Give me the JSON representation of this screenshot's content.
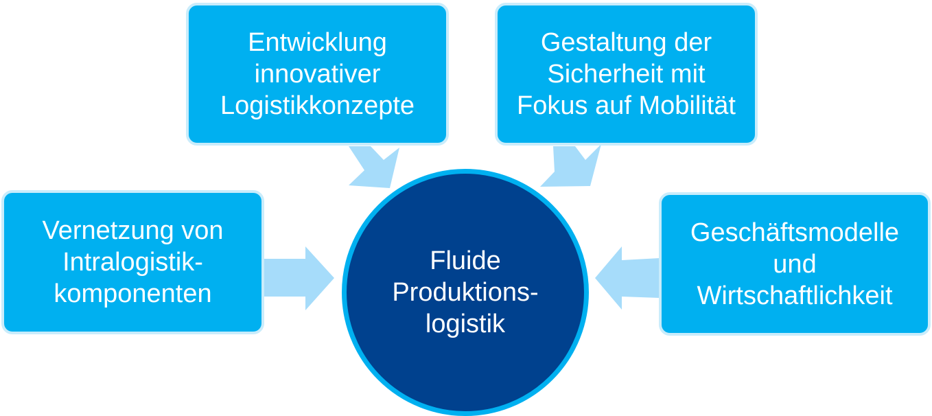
{
  "center": {
    "label": "Fluide\nProduktions-\nlogistik"
  },
  "boxes": [
    {
      "label": "Entwicklung\ninnovativer\nLogistikkonzepte"
    },
    {
      "label": "Gestaltung der\nSicherheit mit\nFokus auf Mobilität"
    },
    {
      "label": "Vernetzung von\nIntralogistik-\nkomponenten"
    },
    {
      "label": "Geschäftsmodelle\nund\nWirtschaftlichkeit"
    }
  ],
  "colors": {
    "box_fill": "#00b0f0",
    "box_border": "#c9ecfb",
    "arrow_fill": "#a6dcfa",
    "center_fill": "#00418e",
    "center_ring": "#00b0f0",
    "text": "#ffffff"
  }
}
